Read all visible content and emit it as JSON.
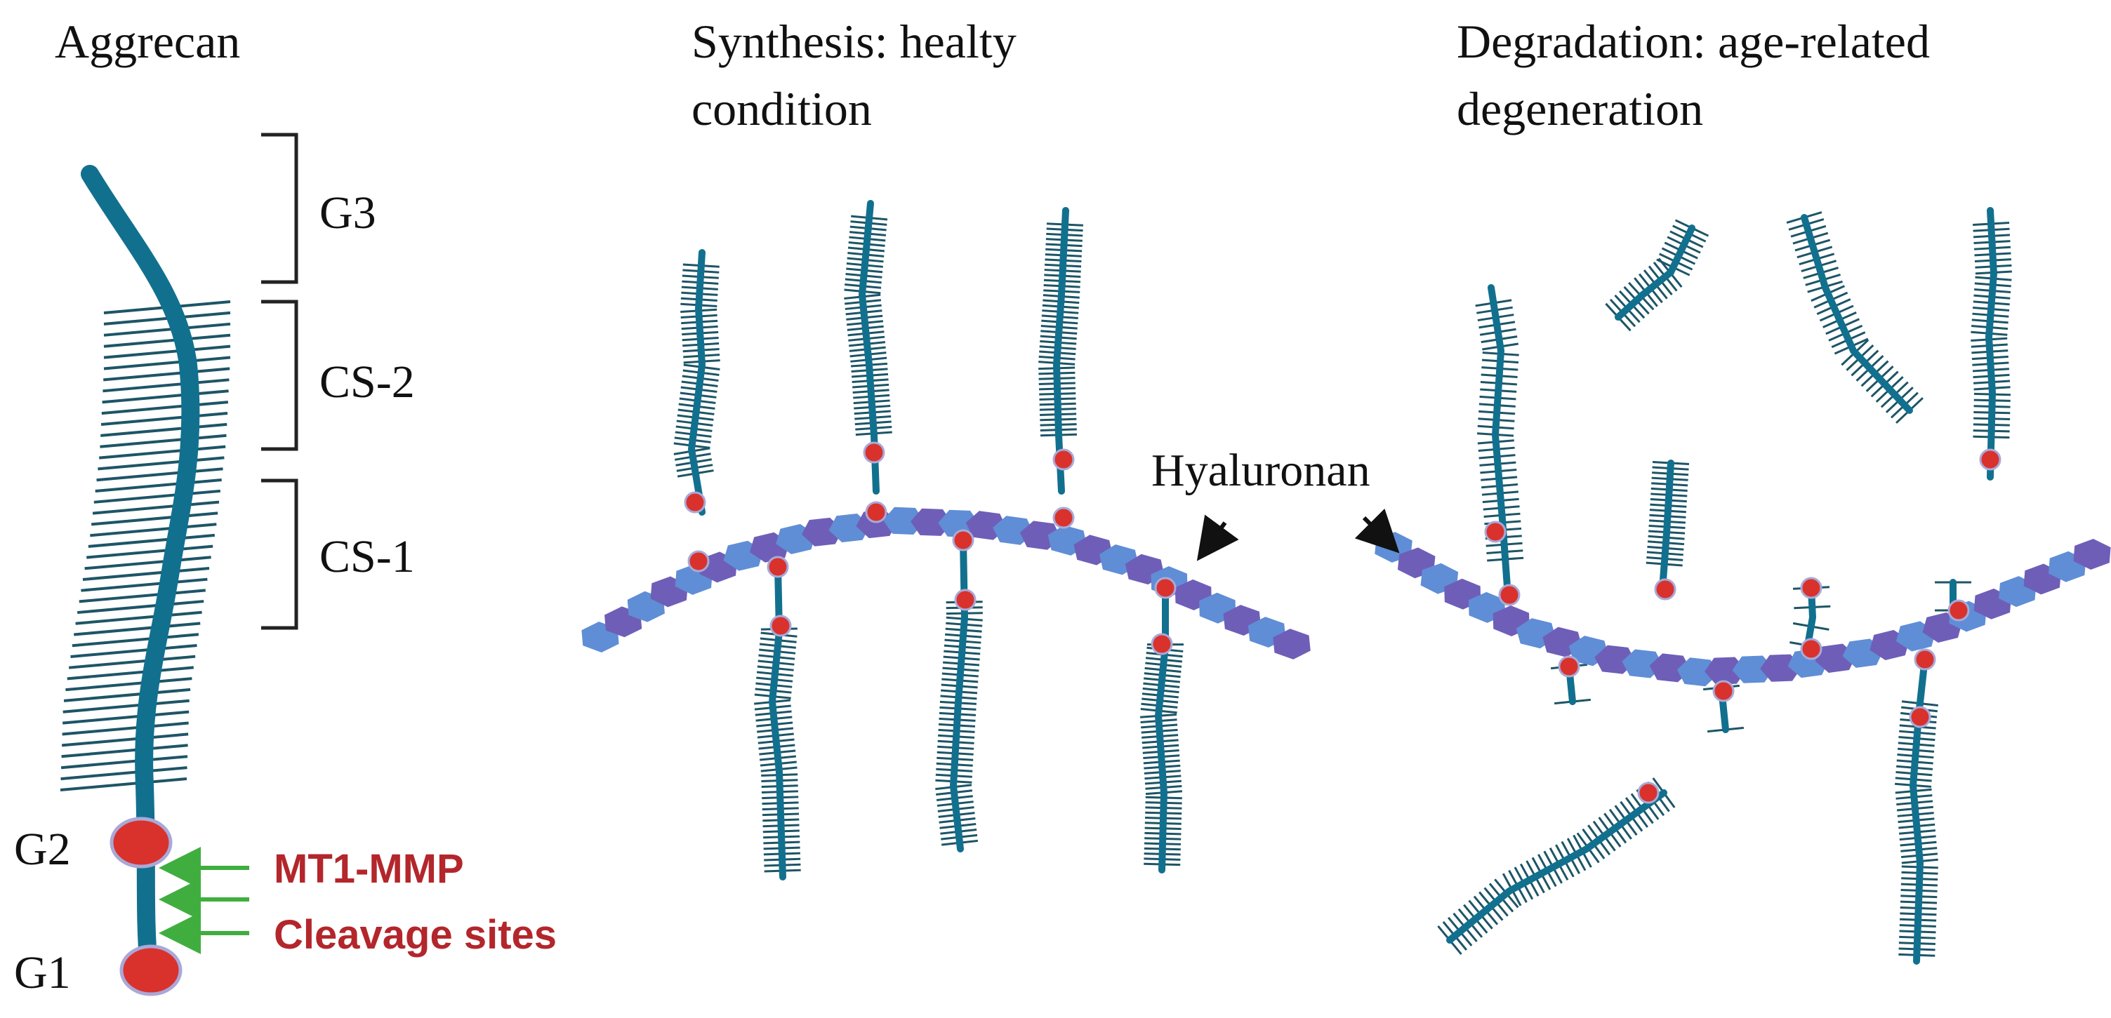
{
  "titles": {
    "aggrecan": "Aggrecan",
    "synthesis_line1": "Synthesis: healty",
    "synthesis_line2": "condition",
    "degradation_line1": "Degradation: age-related",
    "degradation_line2": "degeneration"
  },
  "domain_labels": {
    "g3": "G3",
    "cs2": "CS-2",
    "cs1": "CS-1",
    "g2": "G2",
    "g1": "G1"
  },
  "annotations": {
    "enzyme": "MT1-MMP",
    "cleavage": "Cleavage sites",
    "hyaluronan": "Hyaluronan"
  },
  "colors": {
    "core_protein": "#12708f",
    "gag_chains": "#1d5566",
    "g_domain": "#d9322d",
    "g_domain_outline": "#a9a9d8",
    "hyaluronan_blue": "#5f8ed6",
    "hyaluronan_purple": "#6f5eb8",
    "enzyme_text": "#b3262b",
    "cleavage_arrow": "#3fae3f",
    "bracket": "#222222"
  }
}
